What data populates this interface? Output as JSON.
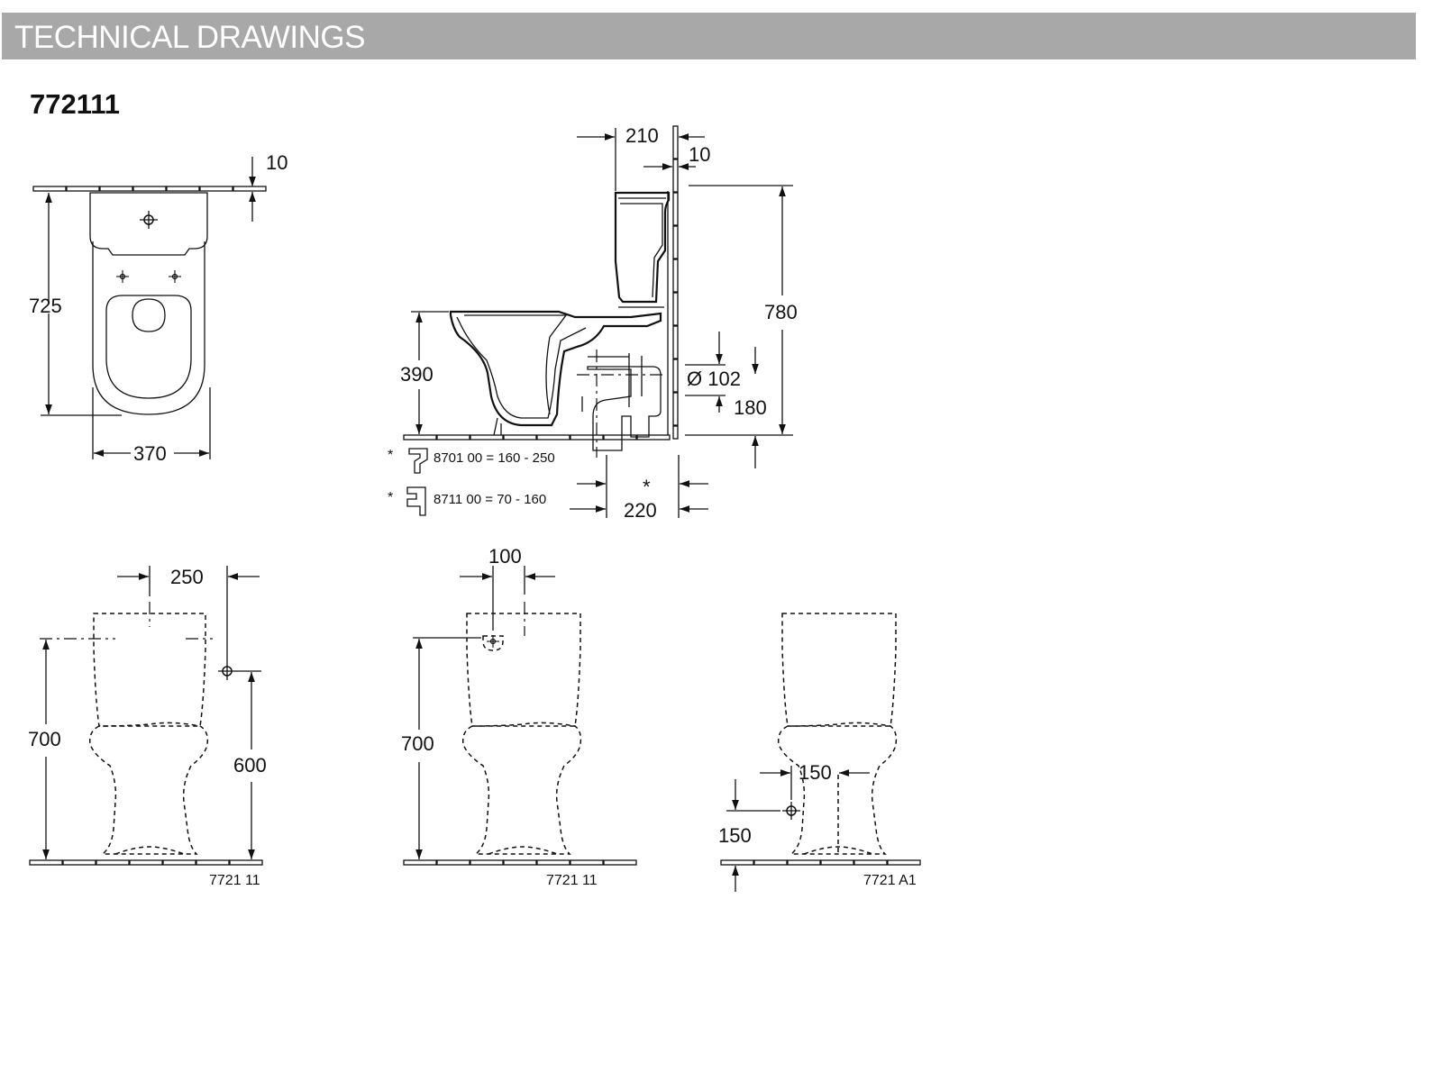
{
  "header": {
    "title": "TECHNICAL DRAWINGS",
    "bar_color": "#a8a8a8",
    "title_color": "#ffffff"
  },
  "product_code": "772111",
  "views": {
    "top_view": {
      "dim_wall_gap": "10",
      "dim_depth": "725",
      "dim_width": "370"
    },
    "side_view": {
      "dim_cistern_depth": "210",
      "dim_wall_gap": "10",
      "dim_total_height": "780",
      "dim_seat_height": "390",
      "dim_outlet_diameter": "Ø 102",
      "dim_outlet_height": "180",
      "dim_outlet_offset": "220",
      "asterisk": "*",
      "note_1_marker": "*",
      "note_1": "8701 00 = 160 - 250",
      "note_2_marker": "*",
      "note_2": "8711 00 = 70 - 160"
    },
    "front_view_1": {
      "dim_hole_spacing": "250",
      "dim_height": "700",
      "dim_connection_height": "600",
      "model": "7721 11"
    },
    "front_view_2": {
      "dim_hole_offset": "100",
      "dim_height": "700",
      "model": "7721 11"
    },
    "front_view_3": {
      "dim_lateral_offset": "150",
      "dim_connection_height": "150",
      "model": "7721 A1"
    }
  }
}
